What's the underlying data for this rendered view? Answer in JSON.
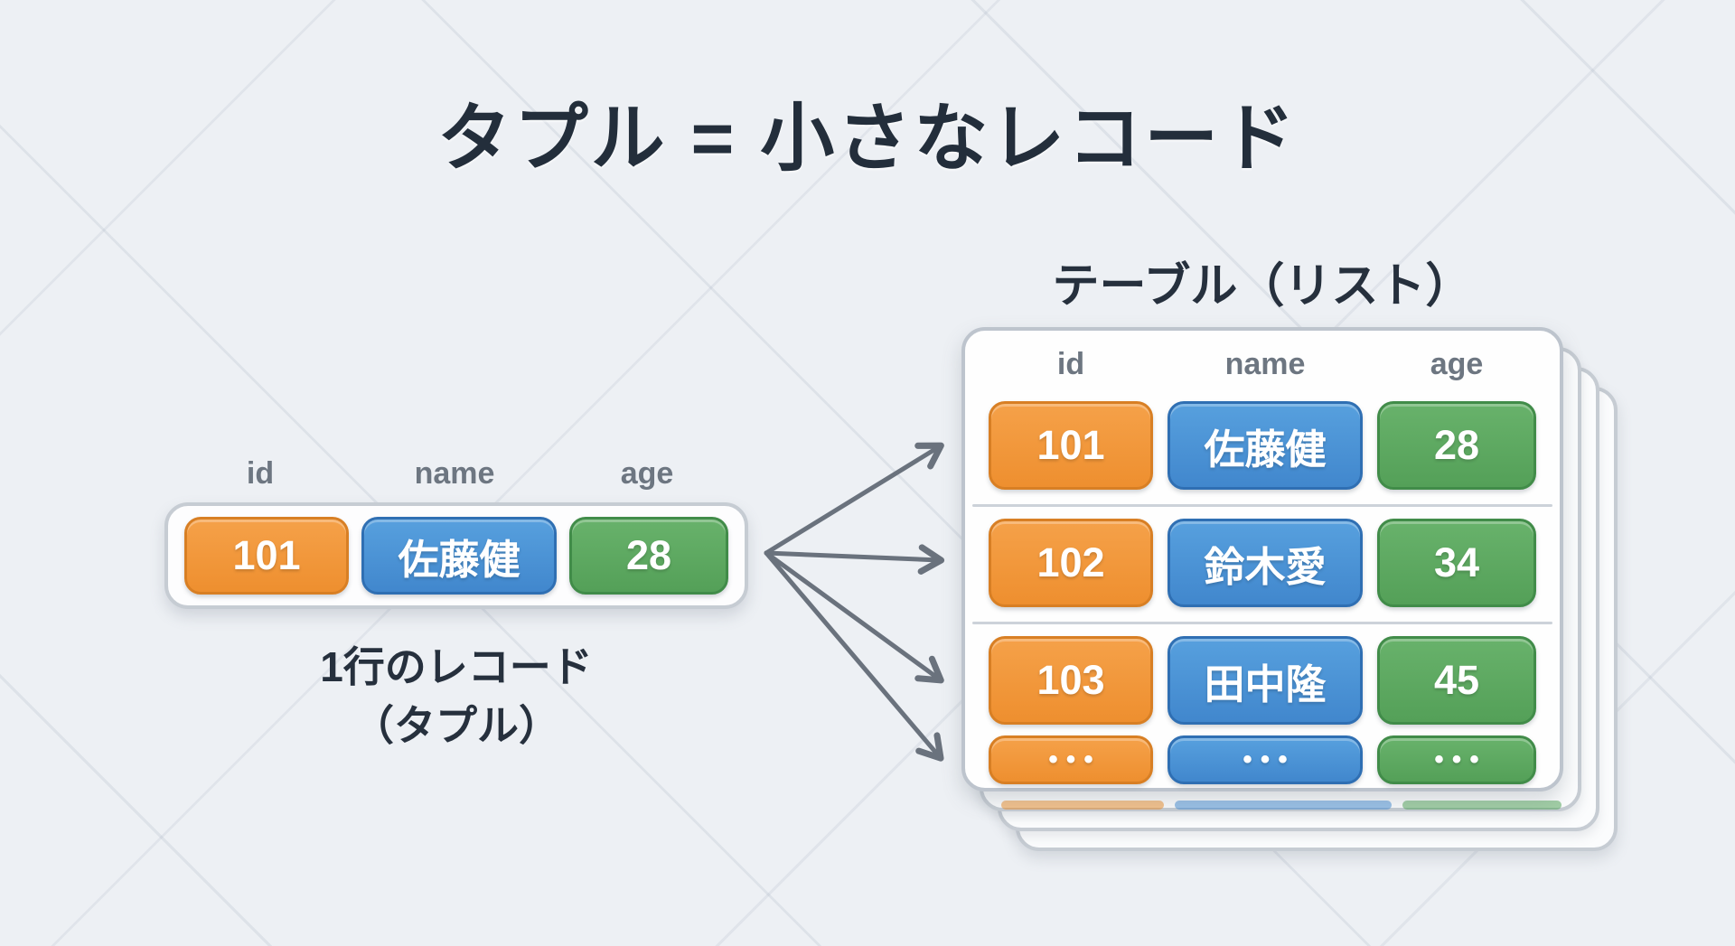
{
  "title": "タプル = 小さなレコード",
  "left": {
    "columns": [
      "id",
      "name",
      "age"
    ],
    "record": {
      "id": "101",
      "name": "佐藤健",
      "age": "28"
    },
    "caption": [
      "1行のレコード",
      "（タプル）"
    ]
  },
  "table": {
    "title": "テーブル（リスト）",
    "columns": [
      "id",
      "name",
      "age"
    ],
    "rows": [
      {
        "id": "101",
        "name": "佐藤健",
        "age": "28"
      },
      {
        "id": "102",
        "name": "鈴木愛",
        "age": "34"
      },
      {
        "id": "103",
        "name": "田中隆",
        "age": "45"
      },
      {
        "id": "•••",
        "name": "•••",
        "age": "•••"
      }
    ],
    "stack_layers": 3
  },
  "colors": {
    "background": "#edf0f4",
    "orange": "#ef9232",
    "blue": "#4a90d6",
    "green": "#57a75c",
    "card_border": "#c2c8d1",
    "arrow": "#6a727d",
    "title_text": "#232e3b",
    "label_text": "#6d7681"
  }
}
